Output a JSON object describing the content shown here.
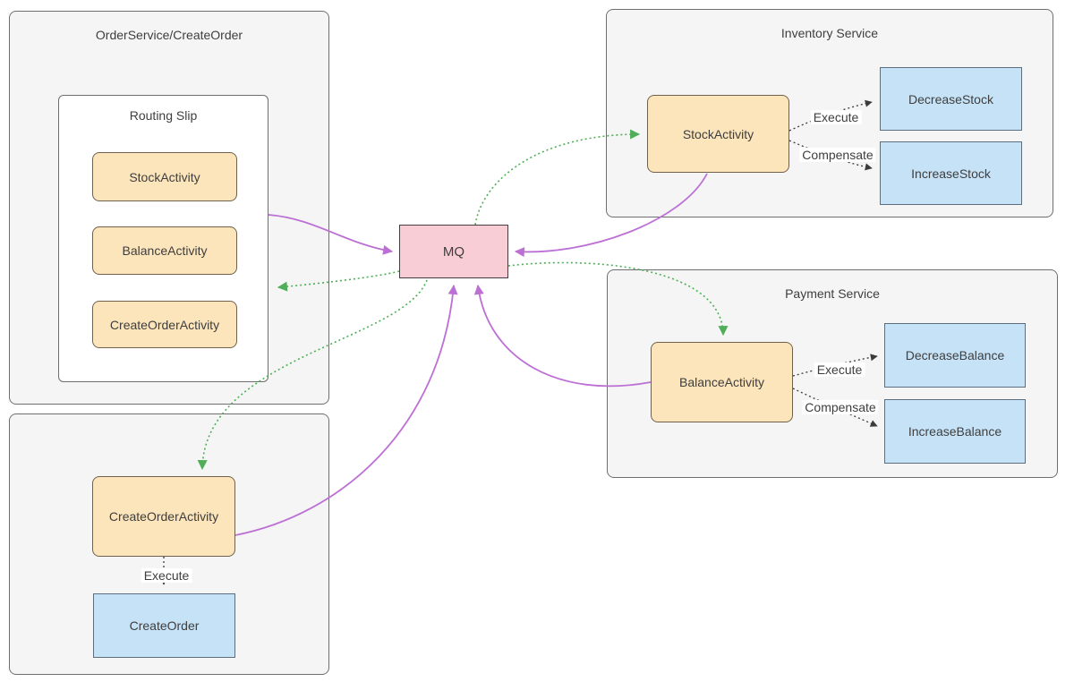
{
  "diagram_type": "saga-routing-slip-architecture",
  "mq": {
    "label": "MQ"
  },
  "order_service": {
    "title": "OrderService/CreateOrder",
    "routing_slip": {
      "title": "Routing Slip",
      "items": [
        "StockActivity",
        "BalanceActivity",
        "CreateOrderActivity"
      ]
    }
  },
  "order_worker": {
    "activity": "CreateOrderActivity",
    "execute_label": "Execute",
    "execute_target": "CreateOrder"
  },
  "inventory_service": {
    "title": "Inventory Service",
    "activity": "StockActivity",
    "execute_label": "Execute",
    "execute_target": "DecreaseStock",
    "compensate_label": "Compensate",
    "compensate_target": "IncreaseStock"
  },
  "payment_service": {
    "title": "Payment Service",
    "activity": "BalanceActivity",
    "execute_label": "Execute",
    "execute_target": "DecreaseBalance",
    "compensate_label": "Compensate",
    "compensate_target": "IncreaseBalance"
  },
  "colors": {
    "activity_fill": "#fce4bb",
    "activity_stroke": "#70604c",
    "step_fill": "#c6e2f7",
    "step_stroke": "#5d6e7e",
    "mq_fill": "#f9cdd6",
    "mq_stroke": "#453c42",
    "container_fill": "#f5f5f5",
    "container_stroke": "#6e6e6e",
    "command_arrow_purple": "#bd70d4",
    "event_arrow_green": "#4fae57",
    "execute_arrow_black": "#3b3b3b"
  }
}
